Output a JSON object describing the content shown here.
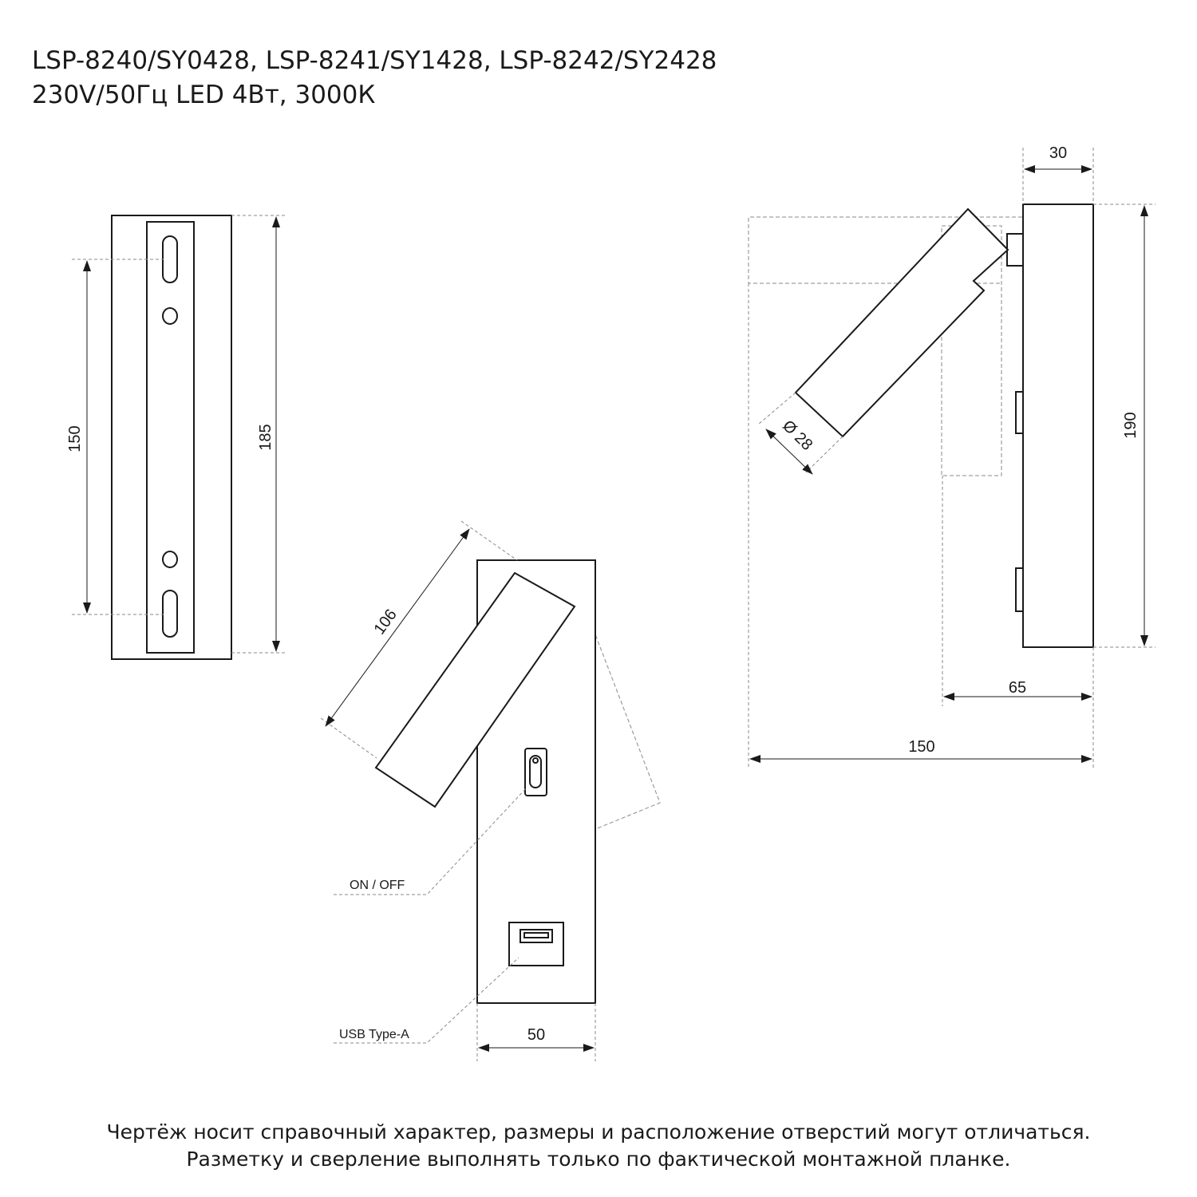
{
  "header": {
    "models": "LSP-8240/SY0428, LSP-8241/SY1428, LSP-8242/SY2428",
    "specs": "230V/50Гц  LED 4Вт, 3000К"
  },
  "dimensions": {
    "hole_spacing": "150",
    "plate_height": "185",
    "arm_length": "106",
    "base_width": "50",
    "depth": "30",
    "height": "190",
    "head_diameter": "Ø 28",
    "offset": "65",
    "reach": "150"
  },
  "labels": {
    "switch": "ON / OFF",
    "usb": "USB Type-A"
  },
  "footer": {
    "line1": "Чертёж носит справочный характер, размеры и расположение отверстий могут отличаться.",
    "line2": "Разметку и сверление выполнять только по фактической монтажной планке."
  },
  "colors": {
    "line": "#1a1a1a",
    "hidden": "#9a9a9a"
  }
}
